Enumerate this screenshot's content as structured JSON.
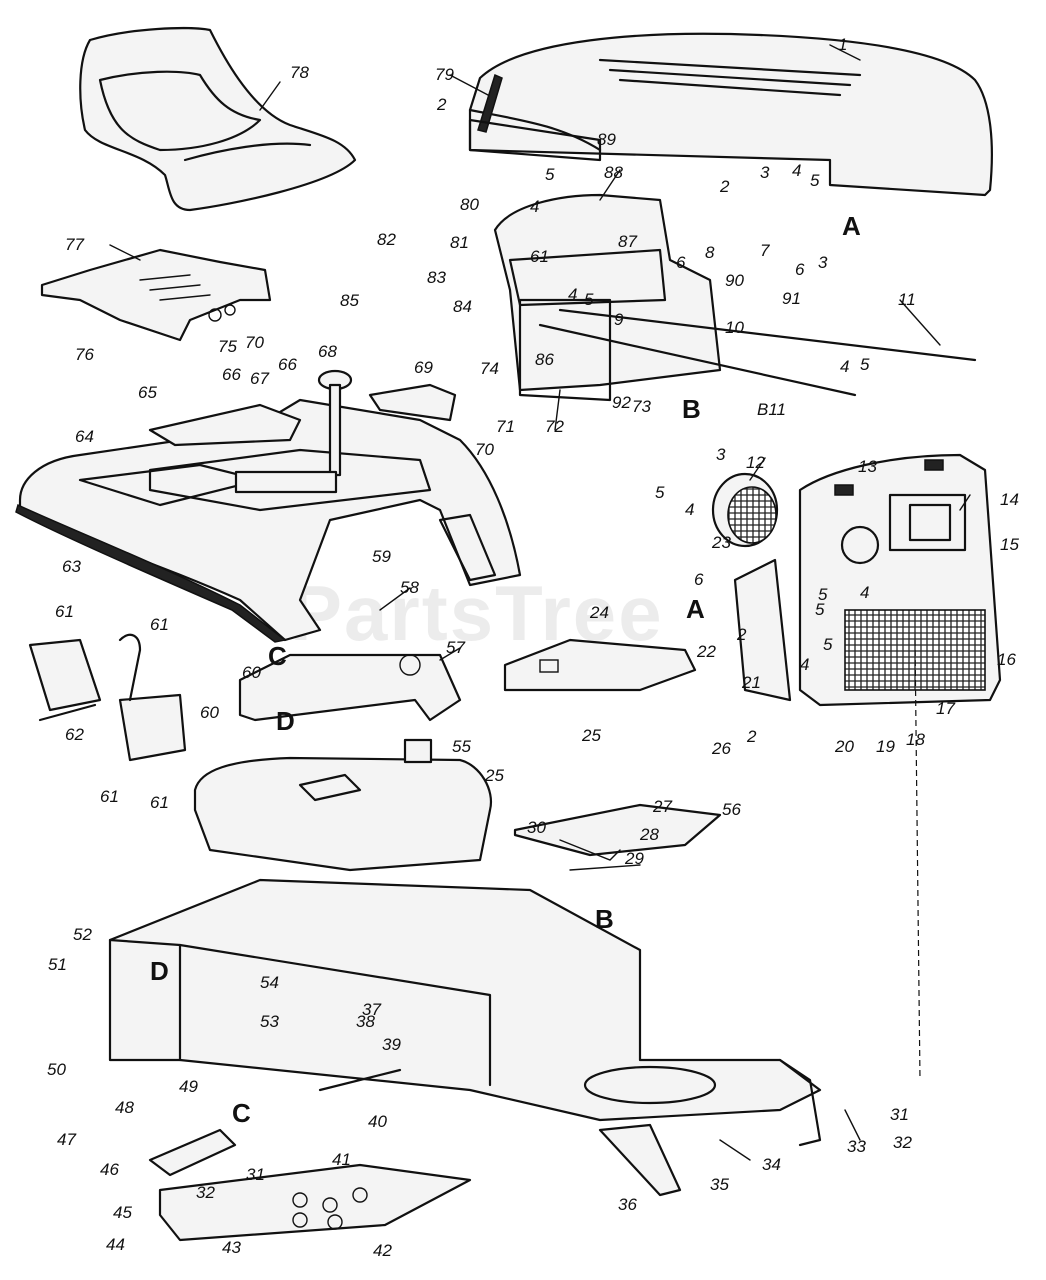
{
  "watermark": "PartsTree",
  "reference_letters": [
    {
      "id": "A-top",
      "text": "A"
    },
    {
      "id": "A-mid",
      "text": "A"
    },
    {
      "id": "B-top",
      "text": "B"
    },
    {
      "id": "B-frame",
      "text": "B"
    },
    {
      "id": "C-left",
      "text": "C"
    },
    {
      "id": "C-bottom",
      "text": "C"
    },
    {
      "id": "D-mid",
      "text": "D"
    },
    {
      "id": "D-frame",
      "text": "D"
    }
  ],
  "callouts": [
    "1",
    "79",
    "2",
    "89",
    "88",
    "5",
    "3",
    "4",
    "5",
    "2",
    "3",
    "80",
    "4",
    "61",
    "87",
    "7",
    "6",
    "82",
    "81",
    "83",
    "77",
    "78",
    "6",
    "8",
    "90",
    "91",
    "11",
    "85",
    "84",
    "5",
    "4",
    "9",
    "10",
    "75",
    "70",
    "76",
    "74",
    "86",
    "73",
    "72",
    "92",
    "B11",
    "4",
    "5",
    "68",
    "69",
    "65",
    "66",
    "67",
    "66",
    "71",
    "70",
    "13",
    "12",
    "3",
    "5",
    "4",
    "14",
    "15",
    "64",
    "59",
    "23",
    "6",
    "58",
    "5",
    "4",
    "5",
    "22",
    "2",
    "24",
    "4",
    "5",
    "16",
    "63",
    "61",
    "61",
    "57",
    "60",
    "21",
    "17",
    "62",
    "60",
    "20",
    "19",
    "18",
    "2",
    "61",
    "61",
    "55",
    "25",
    "26",
    "25",
    "56",
    "27",
    "28",
    "30",
    "29",
    "52",
    "51",
    "54",
    "37",
    "53",
    "38",
    "39",
    "50",
    "40",
    "48",
    "49",
    "47",
    "46",
    "31",
    "32",
    "41",
    "45",
    "44",
    "43",
    "42",
    "36",
    "35",
    "34",
    "33",
    "31",
    "32"
  ]
}
